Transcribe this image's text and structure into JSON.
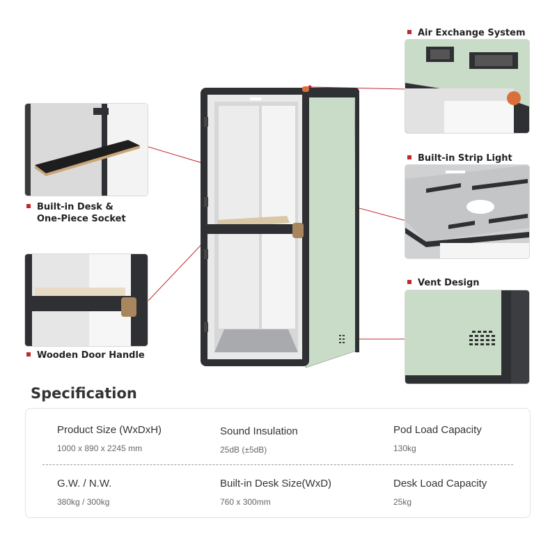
{
  "callouts": {
    "air_exchange": "Air Exchange System",
    "strip_light": "Built-in Strip Light",
    "vent": "Vent Design",
    "desk_line1": "Built-in Desk &",
    "desk_line2": "One-Piece Socket",
    "handle": "Wooden Door Handle"
  },
  "spec": {
    "title": "Specification",
    "items": [
      {
        "label": "Product Size (WxDxH)",
        "value": "1000 x 890 x 2245 mm"
      },
      {
        "label": "Sound Insulation",
        "value": "25dB (±5dB)"
      },
      {
        "label": "Pod Load Capacity",
        "value": "130kg"
      },
      {
        "label": "G.W. / N.W.",
        "value": "380kg / 300kg"
      },
      {
        "label": "Built-in Desk Size(WxD)",
        "value": "760 x 300mm"
      },
      {
        "label": "Desk Load Capacity",
        "value": "25kg"
      }
    ]
  },
  "colors": {
    "accent": "#c0282d",
    "panel_green": "#c9dcc8",
    "frame": "#2f3033",
    "wood": "#a8875e"
  }
}
